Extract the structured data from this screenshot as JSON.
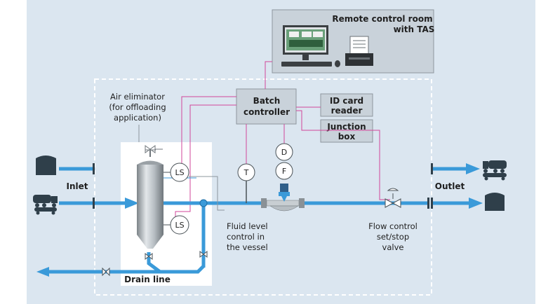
{
  "colors": {
    "background": "#dbe6f0",
    "pipe": "#3a9ad9",
    "signal": "#d2459a",
    "box_fill": "#c9d2da",
    "boundary": "#ffffff"
  },
  "labels": {
    "remote_line1": "Remote control room",
    "remote_line2": "with TAS",
    "batch_line1": "Batch",
    "batch_line2": "controller",
    "id_line1": "ID card",
    "id_line2": "reader",
    "junction_line1": "Junction",
    "junction_line2": "box",
    "air_line1": "Air eliminator",
    "air_line2": "(for offloading",
    "air_line3": "application)",
    "inlet": "Inlet",
    "outlet": "Outlet",
    "drain": "Drain line",
    "fluid_line1": "Fluid level",
    "fluid_line2": "control in",
    "fluid_line3": "the vessel",
    "flow_line1": "Flow control",
    "flow_line2": "set/stop",
    "flow_line3": "valve"
  },
  "instruments": {
    "ls_top": "LS",
    "ls_bottom": "LS",
    "t": "T",
    "d": "D",
    "f": "F"
  },
  "icons": [
    "monitor-icon",
    "keyboard-icon",
    "mouse-icon",
    "printer-icon",
    "tank-icon",
    "tank-truck-icon",
    "rail-tank-car-icon",
    "valve-icon",
    "coriolis-flowmeter-icon",
    "air-eliminator-vessel-icon"
  ]
}
